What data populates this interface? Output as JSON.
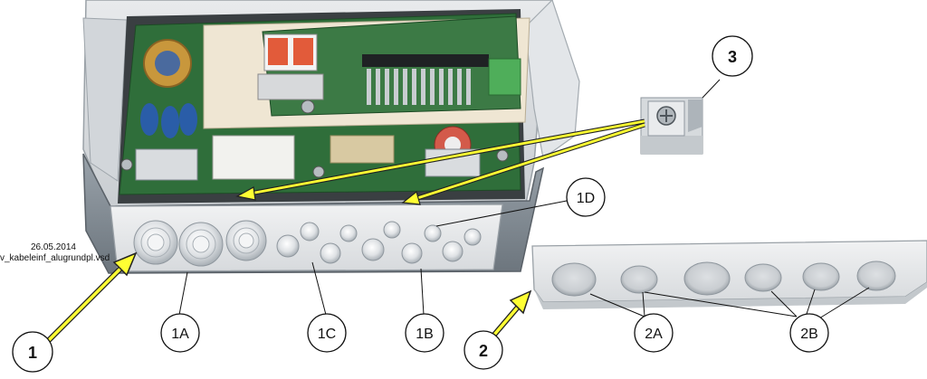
{
  "file_info": {
    "date": "26.05.2014",
    "filename": "v_kabeleinf_alugrundpl.vsd"
  },
  "callouts": [
    {
      "id": "c1",
      "label": "1"
    },
    {
      "id": "c1a",
      "label": "1A"
    },
    {
      "id": "c1b",
      "label": "1B"
    },
    {
      "id": "c1c",
      "label": "1C"
    },
    {
      "id": "c1d",
      "label": "1D"
    },
    {
      "id": "c2",
      "label": "2"
    },
    {
      "id": "c2a",
      "label": "2A"
    },
    {
      "id": "c2b",
      "label": "2B"
    },
    {
      "id": "c3",
      "label": "3"
    }
  ],
  "colors": {
    "arrow_fill": "#ffff33",
    "arrow_stroke": "#222222",
    "enclosure": "#d9dcdf",
    "enclosure_dark": "#7d8790",
    "pcb": "#2f6e3a",
    "cable_plate": "#e3e5e7"
  }
}
